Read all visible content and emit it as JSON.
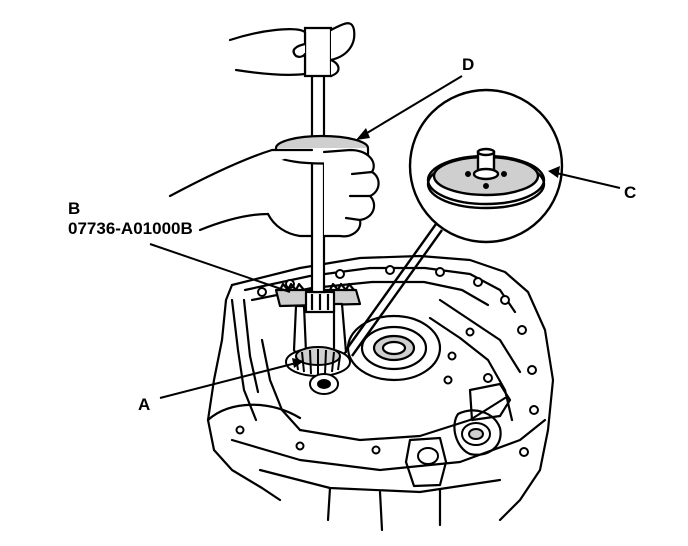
{
  "labels": {
    "a": "A",
    "b": "B",
    "b_part_number": "07736-A01000B",
    "c": "C",
    "d": "D"
  },
  "colors": {
    "ink": "#000000",
    "paper": "#ffffff",
    "shade": "#cfcfcf"
  }
}
